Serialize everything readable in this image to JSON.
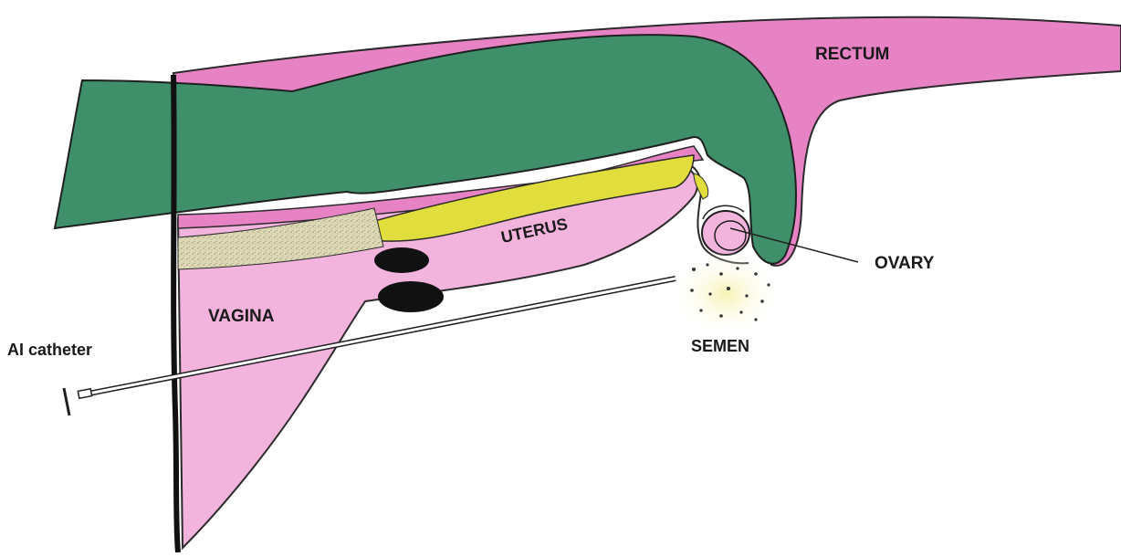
{
  "labels": {
    "rectum": "RECTUM",
    "uterus": "UTERUS",
    "ovary": "OVARY",
    "vagina": "VAGINA",
    "semen": "SEMEN",
    "ai_catheter": "AI catheter"
  },
  "colors": {
    "tissue_pink": "#e783c4",
    "tissue_light_pink": "#f2b3dc",
    "arm_green": "#3f8f6a",
    "uterine_yellow": "#e1dd3c",
    "cervix_speckle": "#d8d4b0",
    "cervix_ring_black": "#111111",
    "semen_glow": "#f4f0b8"
  }
}
